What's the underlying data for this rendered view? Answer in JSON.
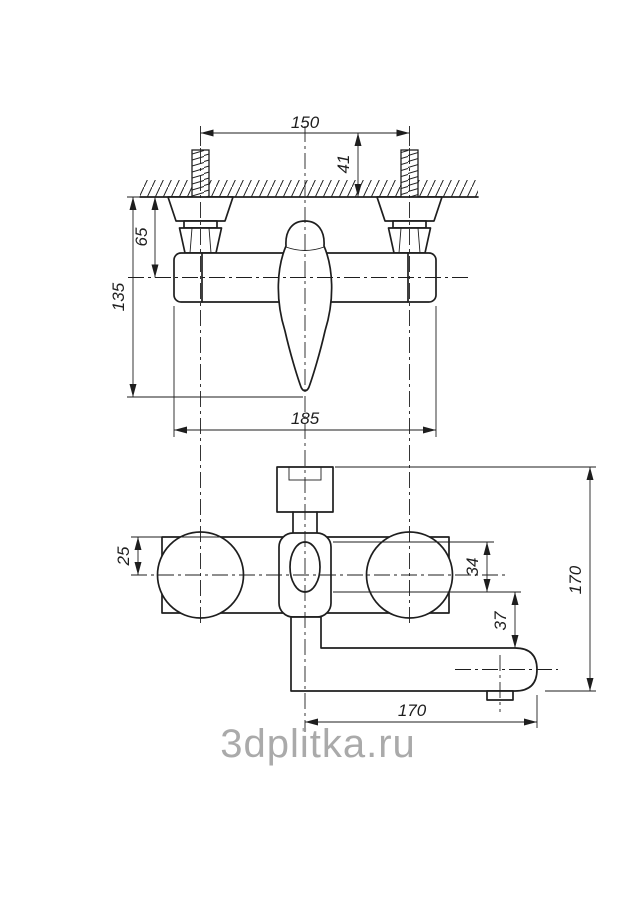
{
  "watermark": {
    "text": "3dplitka.ru"
  },
  "dimensions": {
    "pipe_spacing": "150",
    "wall_offset": "41",
    "wall_to_axis": "65",
    "wall_to_handle_bottom": "135",
    "body_width": "185",
    "body_half_depth": "25",
    "cartridge_depth": "34",
    "body_to_spout_axis": "37",
    "spout_reach_depth": "170",
    "spout_reach_length": "170"
  },
  "colors": {
    "line": "#1e1e1e",
    "watermark": "#9c9c9c",
    "background": "#ffffff"
  }
}
